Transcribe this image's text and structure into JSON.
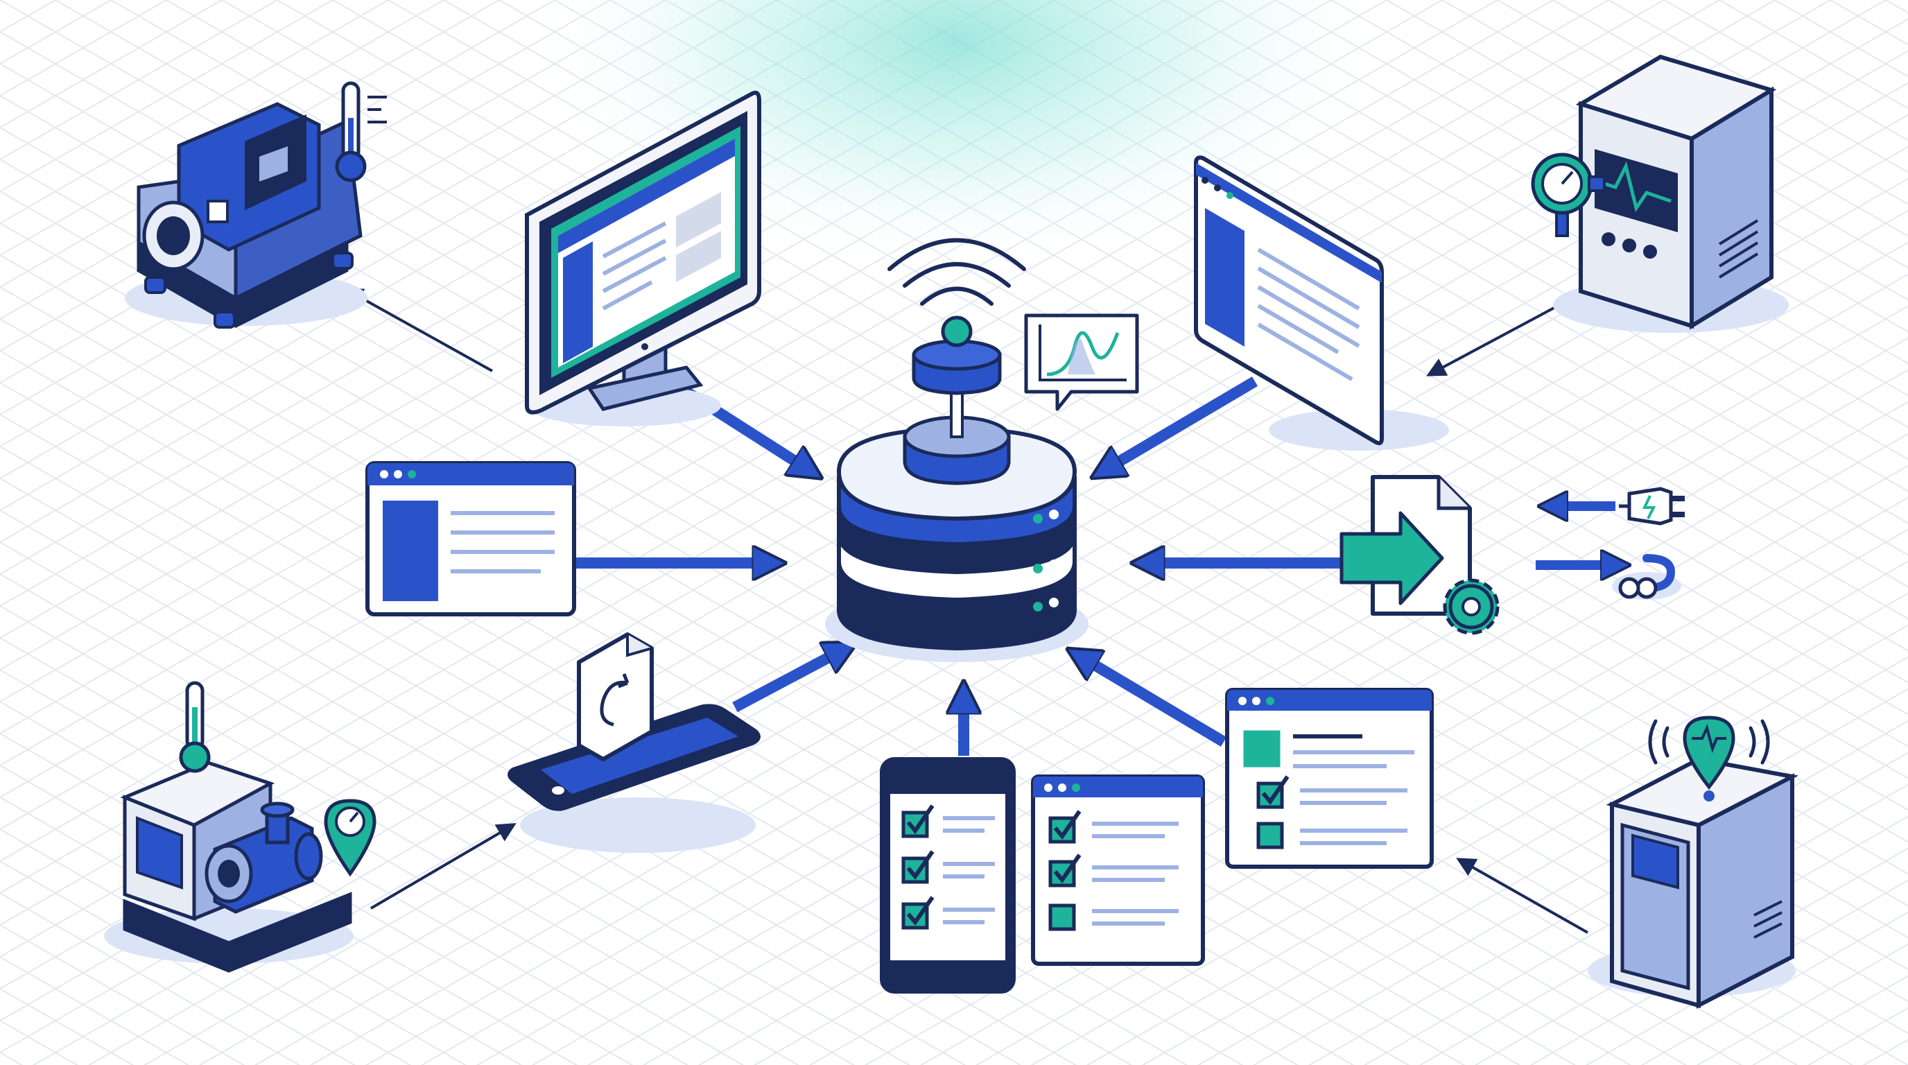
{
  "diagram": {
    "colors": {
      "primary_blue": "#2b53c9",
      "navy": "#1a2a5a",
      "teal": "#1eb39b",
      "light_blue": "#9db2e3",
      "pale_blue": "#dfe7f8",
      "grid_line": "#dfe4ee",
      "glow": "#7fe0d4",
      "shadow": "#dbe3f7"
    },
    "hub": {
      "icons": [
        "broadcast-waves-icon",
        "antenna-node-icon",
        "analytics-graph-icon",
        "server-status-lights-icon"
      ]
    },
    "nodes": [
      {
        "id": "cnc-machine",
        "icons": [
          "machine-tool-icon",
          "thermometer-icon"
        ]
      },
      {
        "id": "desktop-monitor",
        "icons": [
          "monitor-icon",
          "web-dashboard-icon"
        ]
      },
      {
        "id": "web-panel-top-right",
        "icons": [
          "browser-window-icon"
        ]
      },
      {
        "id": "control-cabinet",
        "icons": [
          "cabinet-icon",
          "pressure-gauge-icon",
          "heartbeat-display-icon"
        ]
      },
      {
        "id": "web-window-left",
        "icons": [
          "browser-window-icon"
        ]
      },
      {
        "id": "data-transfer",
        "icons": [
          "document-export-icon",
          "gear-icon",
          "power-plug-icon",
          "connector-link-icon"
        ]
      },
      {
        "id": "tablet-sync",
        "icons": [
          "tablet-icon",
          "sync-document-icon"
        ]
      },
      {
        "id": "pump-machine",
        "icons": [
          "pump-icon",
          "thermometer-icon",
          "gauge-location-pin-icon"
        ]
      },
      {
        "id": "mobile-checklist",
        "icons": [
          "smartphone-icon",
          "checklist-icon"
        ]
      },
      {
        "id": "checklist-window",
        "icons": [
          "browser-window-icon",
          "checklist-icon"
        ]
      },
      {
        "id": "task-window",
        "icons": [
          "browser-window-icon",
          "checklist-icon"
        ]
      },
      {
        "id": "sensor-cabinet",
        "icons": [
          "cabinet-icon",
          "wireless-sensor-pin-icon"
        ]
      }
    ]
  }
}
